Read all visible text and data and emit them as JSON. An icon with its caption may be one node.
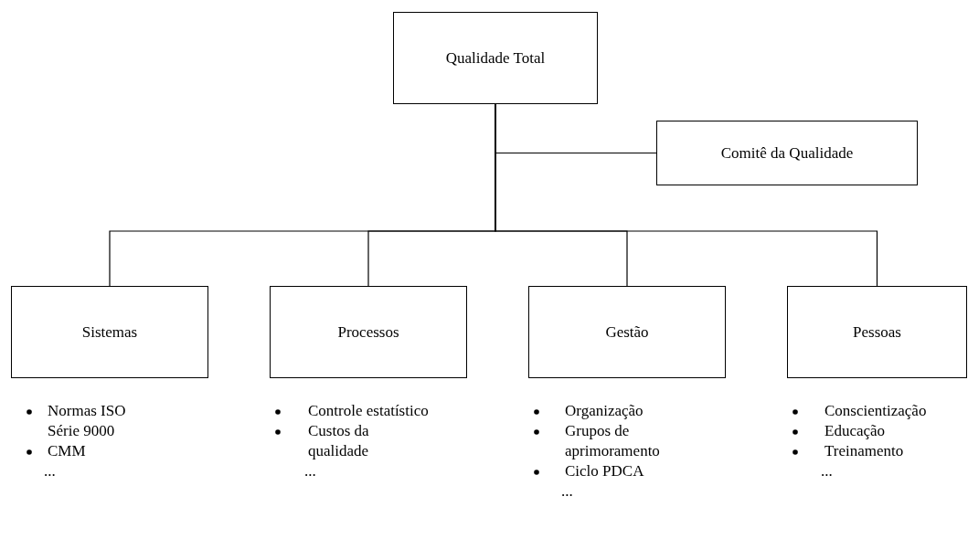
{
  "diagram": {
    "nodes": [
      {
        "text": [
          "Qualidade Total"
        ]
      },
      {
        "text": [
          "Comitê da Qualidade"
        ]
      },
      {
        "text": [
          "Sistemas"
        ]
      },
      {
        "text": [
          "Processos"
        ]
      },
      {
        "text": [
          "Gestão"
        ]
      },
      {
        "text": [
          "Pessoas"
        ]
      }
    ],
    "edges": [
      {
        "from": 0,
        "to": 1,
        "arrow": "none"
      },
      {
        "from": 0,
        "to": 2,
        "arrow": "none"
      },
      {
        "from": 0,
        "to": 3,
        "arrow": "none"
      },
      {
        "from": 0,
        "to": 4,
        "arrow": "none"
      },
      {
        "from": 0,
        "to": 5,
        "arrow": "none"
      }
    ],
    "labels": [
      "Normas ISO Série 9000",
      "CMM",
      "...",
      "Controle estatístico",
      "Custos da qualidade",
      "...",
      "Organização",
      "Grupos de aprimoramento",
      "Ciclo PDCA",
      "...",
      "Conscientização",
      "Educação",
      "Treinamento",
      "..."
    ]
  }
}
